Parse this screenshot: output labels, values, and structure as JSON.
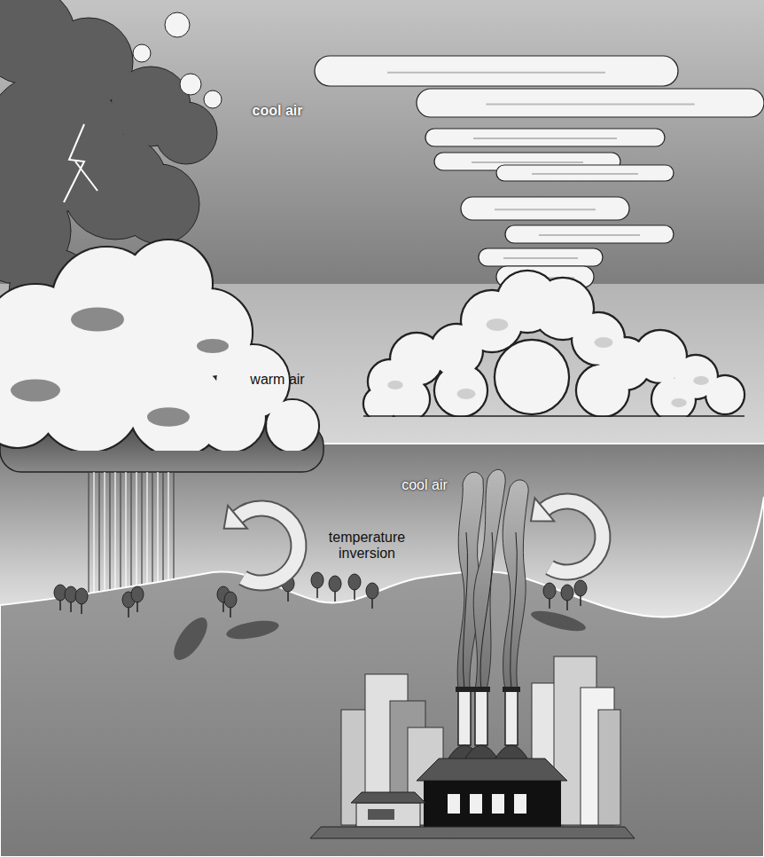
{
  "diagram": {
    "labels": [
      "cool air",
      "warm air",
      "cool air",
      "temperature inversion"
    ]
  }
}
